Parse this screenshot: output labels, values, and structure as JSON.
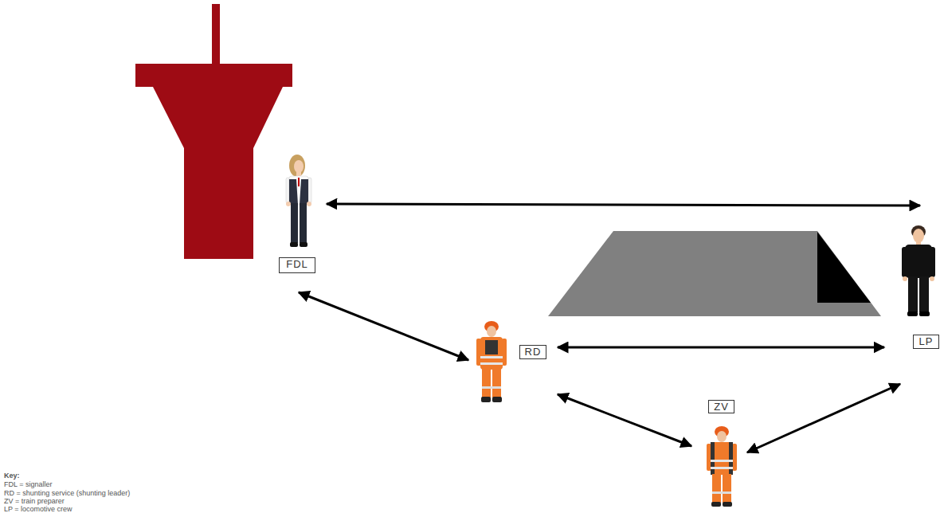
{
  "diagram": {
    "nodes": [
      {
        "text": [
          "FDL"
        ]
      },
      {
        "text": [
          "RD"
        ]
      },
      {
        "text": [
          "ZV"
        ]
      },
      {
        "text": [
          "LP"
        ]
      }
    ],
    "edges": [
      {
        "from": 0,
        "to": 3,
        "arrow": "both"
      },
      {
        "from": 0,
        "to": 1,
        "arrow": "both"
      },
      {
        "from": 1,
        "to": 3,
        "arrow": "both"
      },
      {
        "from": 1,
        "to": 2,
        "arrow": "both"
      },
      {
        "from": 2,
        "to": 3,
        "arrow": "both"
      }
    ],
    "labels": [
      "Key:",
      "FDL = signaller",
      "RD = shunting service (shunting leader)",
      "ZV = train preparer",
      "LP = locomotive crew"
    ]
  }
}
